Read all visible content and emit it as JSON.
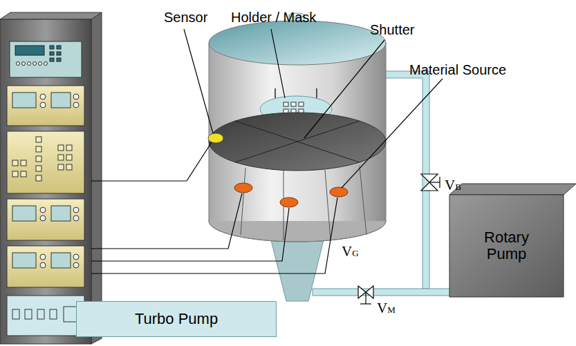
{
  "diagram": {
    "nodes": [
      {
        "text": [
          "Rotary Pump"
        ]
      },
      {
        "text": [
          "Turbo Pump"
        ]
      }
    ],
    "labels": [
      "Sensor",
      "Holder / Mask",
      "Shutter",
      "Material Source",
      "VB",
      "VG",
      "VM"
    ]
  }
}
